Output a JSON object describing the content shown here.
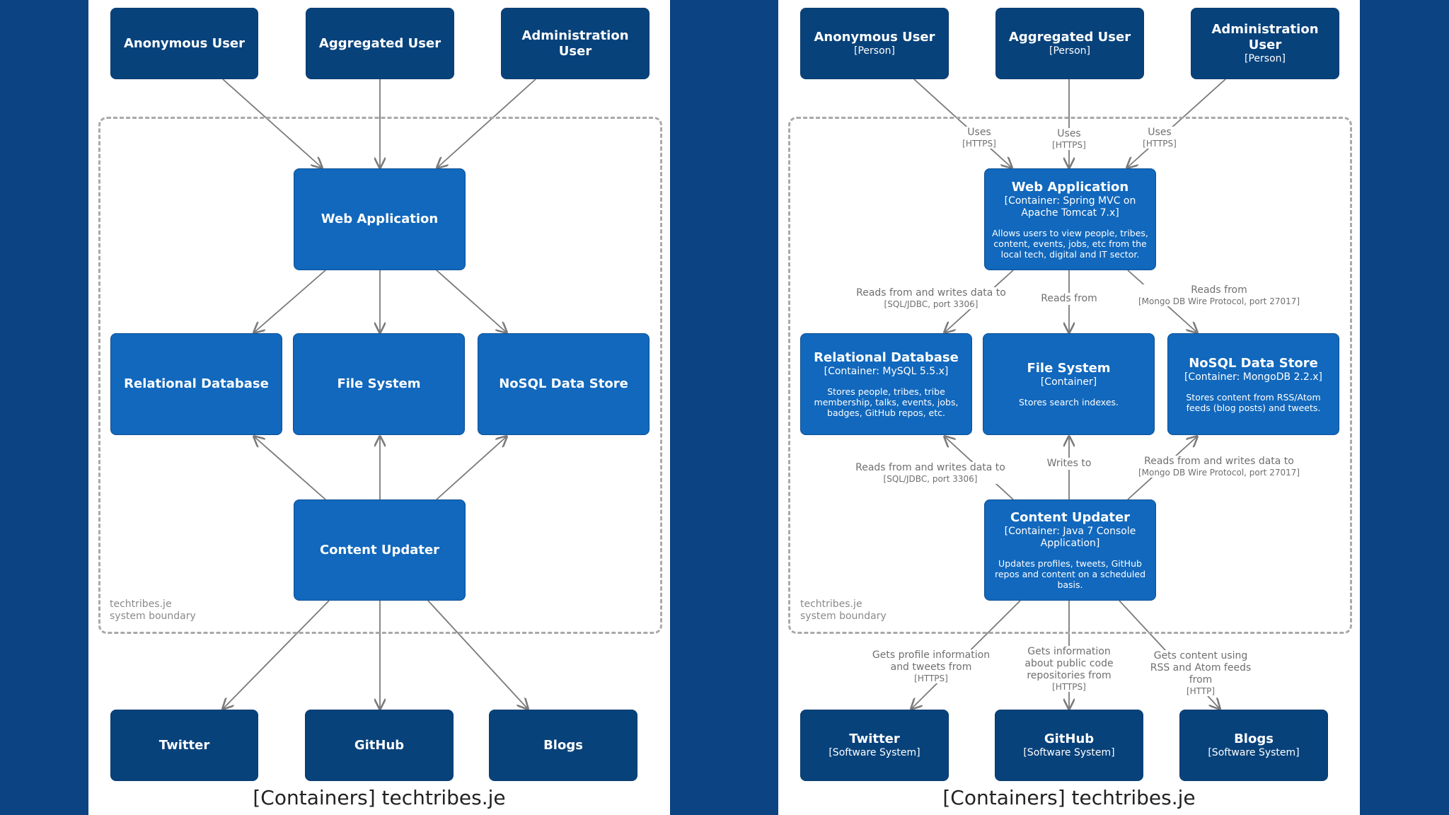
{
  "colors": {
    "background": "#0b4383",
    "person": "#08427b",
    "container": "#1168bd",
    "software_system": "#08427b",
    "boundary": "#a9a9a9",
    "arrow": "#7a7a7a"
  },
  "left": {
    "caption": "[Containers] techtribes.je",
    "boundary": {
      "line1": "techtribes.je",
      "line2": "system boundary"
    },
    "nodes": {
      "anonymous_user": "Anonymous User",
      "aggregated_user": "Aggregated User",
      "administration_user": "Administration User",
      "web_application": "Web Application",
      "relational_database": "Relational Database",
      "file_system": "File System",
      "nosql_data_store": "NoSQL Data Store",
      "content_updater": "Content Updater",
      "twitter": "Twitter",
      "github": "GitHub",
      "blogs": "Blogs"
    }
  },
  "right": {
    "caption": "[Containers] techtribes.je",
    "boundary": {
      "line1": "techtribes.je",
      "line2": "system boundary"
    },
    "nodes": {
      "anonymous_user": {
        "name": "Anonymous User",
        "type": "[Person]"
      },
      "aggregated_user": {
        "name": "Aggregated User",
        "type": "[Person]"
      },
      "administration_user": {
        "name": "Administration User",
        "type": "[Person]"
      },
      "web_application": {
        "name": "Web Application",
        "type": "[Container: Spring MVC on Apache Tomcat 7.x]",
        "desc": "Allows users to view people, tribes, content, events, jobs, etc from the local tech, digital and IT sector."
      },
      "relational_database": {
        "name": "Relational Database",
        "type": "[Container: MySQL 5.5.x]",
        "desc": "Stores people, tribes, tribe membership, talks, events, jobs, badges, GitHub repos, etc."
      },
      "file_system": {
        "name": "File System",
        "type": "[Container]",
        "desc": "Stores search indexes."
      },
      "nosql_data_store": {
        "name": "NoSQL Data Store",
        "type": "[Container: MongoDB 2.2.x]",
        "desc": "Stores content from RSS/Atom feeds (blog posts) and tweets."
      },
      "content_updater": {
        "name": "Content Updater",
        "type": "[Container: Java 7 Console Application]",
        "desc": "Updates profiles, tweets, GitHub repos and content on a scheduled basis."
      },
      "twitter": {
        "name": "Twitter",
        "type": "[Software System]"
      },
      "github": {
        "name": "GitHub",
        "type": "[Software System]"
      },
      "blogs": {
        "name": "Blogs",
        "type": "[Software System]"
      }
    },
    "relationships": {
      "anon_uses": {
        "label": "Uses",
        "tech": "[HTTPS]"
      },
      "agg_uses": {
        "label": "Uses",
        "tech": "[HTTPS]"
      },
      "admin_uses": {
        "label": "Uses",
        "tech": "[HTTPS]"
      },
      "web_to_rdb": {
        "label": "Reads from and writes data to",
        "tech": "[SQL/JDBC, port 3306]"
      },
      "web_to_fs": {
        "label": "Reads from",
        "tech": ""
      },
      "web_to_nosql": {
        "label": "Reads from",
        "tech": "[Mongo DB Wire Protocol, port 27017]"
      },
      "cu_to_rdb": {
        "label": "Reads from and writes data to",
        "tech": "[SQL/JDBC, port 3306]"
      },
      "cu_to_fs": {
        "label": "Writes to",
        "tech": ""
      },
      "cu_to_nosql": {
        "label": "Reads from and writes data to",
        "tech": "[Mongo DB Wire Protocol, port 27017]"
      },
      "cu_to_twitter": {
        "label": "Gets profile information and tweets from",
        "tech": "[HTTPS]"
      },
      "cu_to_github": {
        "label": "Gets information about public code repositories from",
        "tech": "[HTTPS]"
      },
      "cu_to_blogs": {
        "label": "Gets content using RSS and Atom feeds from",
        "tech": "[HTTP]"
      }
    }
  }
}
